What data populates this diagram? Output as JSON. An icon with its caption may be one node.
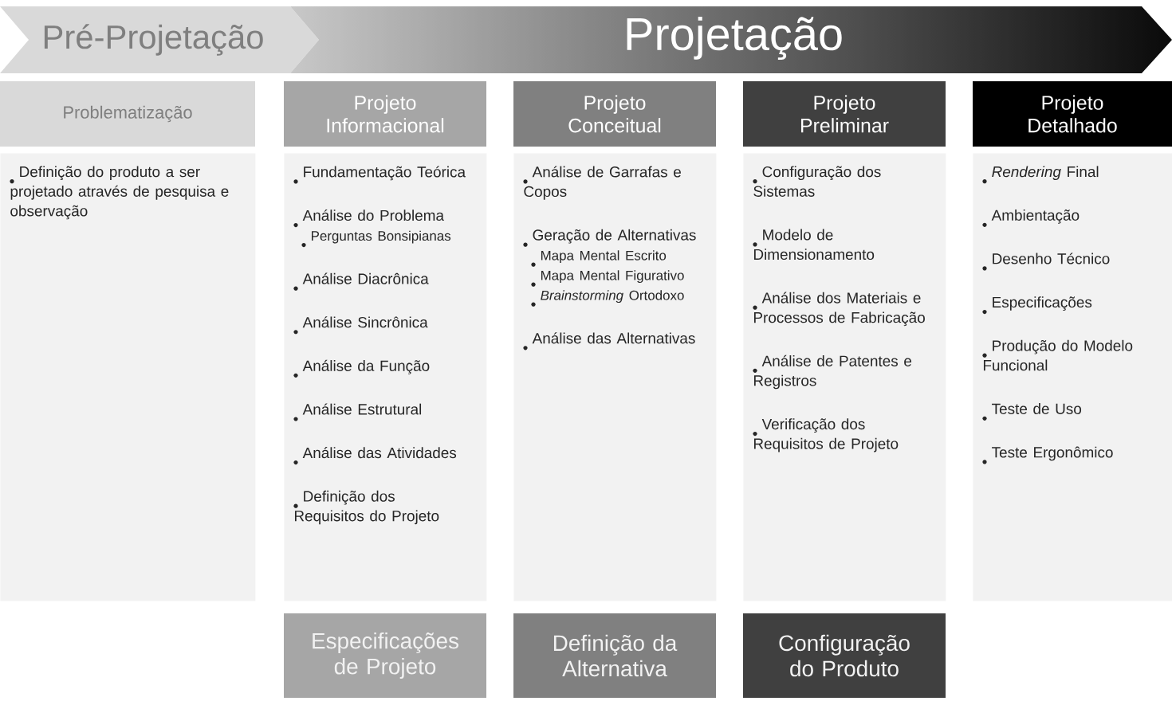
{
  "diagram": {
    "nodes": [
      {
        "text": [
          "Pré-Projetação"
        ]
      },
      {
        "text": [
          "Projetação"
        ]
      },
      {
        "text": [
          "Problematização"
        ]
      },
      {
        "text": [
          "Definição do produto a ser projetado através de pesquisa e observação"
        ]
      },
      {
        "text": [
          "Projeto Informacional"
        ]
      },
      {
        "text": [
          "Fundamentação Teórica",
          "Análise do Problema",
          "Perguntas Bonsipianas",
          "Análise Diacrônica",
          "Análise Sincrônica",
          "Análise da Função",
          "Análise Estrutural",
          "Análise das Atividades",
          "Definição dos Requisitos do Projeto"
        ]
      },
      {
        "text": [
          "Especificações de Projeto"
        ]
      },
      {
        "text": [
          "Projeto Conceitual"
        ]
      },
      {
        "text": [
          "Análise de Garrafas e Copos",
          "Geração de Alternativas",
          "Mapa Mental Escrito",
          "Mapa Mental Figurativo",
          "*Brainstorming* Ortodoxo",
          "Análise das Alternativas"
        ]
      },
      {
        "text": [
          "Definição da Alternativa"
        ]
      },
      {
        "text": [
          "Projeto Preliminar"
        ]
      },
      {
        "text": [
          "Configuração dos Sistemas",
          "Modelo de Dimensionamento",
          "Análise dos Materiais e Processos de Fabricação",
          "Análise de Patentes e Registros",
          "Verificação dos Requisitos de Projeto"
        ]
      },
      {
        "text": [
          "Configuração do Produto"
        ]
      },
      {
        "text": [
          "Projeto Detalhado"
        ]
      },
      {
        "text": [
          "*Rendering* Final",
          "Ambientação",
          "Desenho Técnico",
          "Especificações",
          "Produção do Modelo Funcional",
          "Teste de Uso",
          "Teste Ergonômico"
        ]
      }
    ]
  }
}
